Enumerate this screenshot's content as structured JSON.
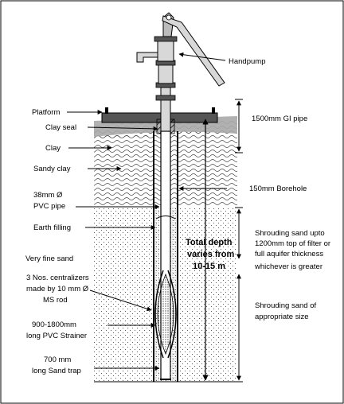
{
  "labels": {
    "handpump": "Handpump",
    "platform": "Platform",
    "clay_seal": "Clay seal",
    "clay": "Clay",
    "sandy_clay": "Sandy clay",
    "pvc_pipe_line1": "38mm Ø",
    "pvc_pipe_line2": "PVC pipe",
    "earth_filling": "Earth filling",
    "very_fine_sand": "Very fine sand",
    "centralizers_line1": "3 Nos. centralizers",
    "centralizers_line2": "made by 10 mm Ø",
    "centralizers_line3": "MS rod",
    "strainer_line1": "900-1800mm",
    "strainer_line2": "long PVC Strainer",
    "sand_trap_line1": "700 mm",
    "sand_trap_line2": "long Sand trap",
    "gi_pipe": "1500mm GI pipe",
    "borehole": "150mm Borehole",
    "total_depth_line1": "Total depth",
    "total_depth_line2": "varies from",
    "total_depth_line3": "10-15 m",
    "shrouding_upto_line1": "Shrouding sand upto",
    "shrouding_upto_line2": "1200mm top of filter or",
    "shrouding_upto_line3": "full aquifer thickness",
    "shrouding_upto_line4": "whichever is greater",
    "shrouding_size_line1": "Shrouding sand of",
    "shrouding_size_line2": "appropriate size"
  },
  "colors": {
    "clay_fill": "#a8a8a8",
    "platform": "#555555",
    "pump": "#d8d8d8",
    "line": "#000000"
  }
}
